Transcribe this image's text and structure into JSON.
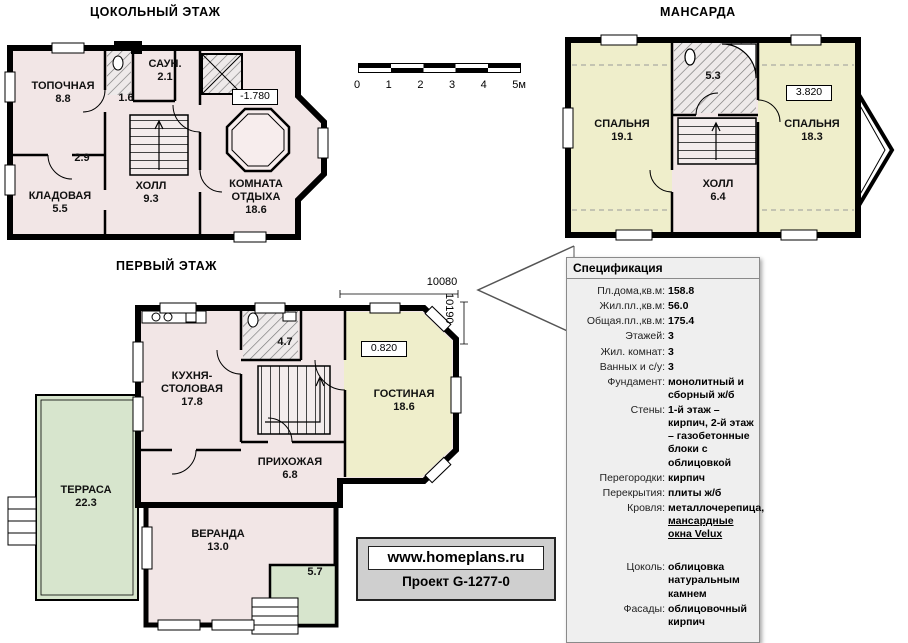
{
  "titles": {
    "basement": "ЦОКОЛЬНЫЙ ЭТАЖ",
    "attic": "МАНСАРДА",
    "first": "ПЕРВЫЙ ЭТАЖ"
  },
  "basement": {
    "rooms": {
      "topochnaya": {
        "name": "ТОПОЧНАЯ",
        "area": "8.8"
      },
      "sauna": {
        "name": "САУН.",
        "area": "2.1"
      },
      "wc": {
        "name": "",
        "area": "1.6"
      },
      "corridor": {
        "name": "",
        "area": "2.9"
      },
      "kladovaya": {
        "name": "КЛАДОВАЯ",
        "area": "5.5"
      },
      "hall": {
        "name": "ХОЛЛ",
        "area": "9.3"
      },
      "rest": {
        "name": "КОМНАТА ОТДЫХА",
        "area": "18.6"
      }
    },
    "elevation": "-1.780"
  },
  "attic": {
    "rooms": {
      "bedroom1": {
        "name": "СПАЛЬНЯ",
        "area": "19.1"
      },
      "bath": {
        "name": "",
        "area": "5.3"
      },
      "bedroom2": {
        "name": "СПАЛЬНЯ",
        "area": "18.3"
      },
      "hall": {
        "name": "ХОЛЛ",
        "area": "6.4"
      }
    },
    "elevation": "3.820"
  },
  "first": {
    "rooms": {
      "kitchen": {
        "name": "КУХНЯ-СТОЛОВАЯ",
        "area": "17.8"
      },
      "bath": {
        "name": "",
        "area": "4.7"
      },
      "living": {
        "name": "ГОСТИНАЯ",
        "area": "18.6"
      },
      "entry": {
        "name": "ПРИХОЖАЯ",
        "area": "6.8"
      },
      "terrace": {
        "name": "ТЕРРАСА",
        "area": "22.3"
      },
      "veranda": {
        "name": "ВЕРАНДА",
        "area": "13.0"
      },
      "porch": {
        "name": "",
        "area": "5.7"
      }
    },
    "elevation": "0.820",
    "dim_width": "10080",
    "dim_height": "10190"
  },
  "scalebar": {
    "labels": [
      "0",
      "1",
      "2",
      "3",
      "4",
      "5м"
    ]
  },
  "logo": {
    "site": "www.homeplans.ru",
    "project": "Проект G-1277-0"
  },
  "spec": {
    "title": "Спецификация",
    "rows": [
      {
        "label": "Пл.дома,кв.м:",
        "value": "158.8"
      },
      {
        "label": "Жил.пл.,кв.м:",
        "value": "56.0"
      },
      {
        "label": "Общая.пл.,кв.м:",
        "value": "175.4"
      },
      {
        "label": "Этажей:",
        "value": "3"
      },
      {
        "label": "Жил. комнат:",
        "value": "3"
      },
      {
        "label": "Ванных и с/у:",
        "value": "3"
      },
      {
        "label": "Фундамент:",
        "value": "монолитный и сборный ж/б"
      },
      {
        "label": "Стены:",
        "value": "1-й этаж – кирпич, 2-й этаж – газобетонные блоки с облицовкой"
      },
      {
        "label": "Перегородки:",
        "value": "кирпич"
      },
      {
        "label": "Перекрытия:",
        "value": "плиты ж/б"
      },
      {
        "label": "Кровля:",
        "value": "металлочерепица,",
        "link": "мансардные окна Velux"
      },
      {
        "label": "Цоколь:",
        "value": "облицовка натуральным камнем"
      },
      {
        "label": "Фасады:",
        "value": "облицовочный кирпич"
      }
    ]
  },
  "colors": {
    "wall": "#000000",
    "room_pink": "#f2e6e6",
    "room_yellow": "#efeecb",
    "room_green": "#d7e5cd",
    "panel_bg": "#efefef"
  }
}
